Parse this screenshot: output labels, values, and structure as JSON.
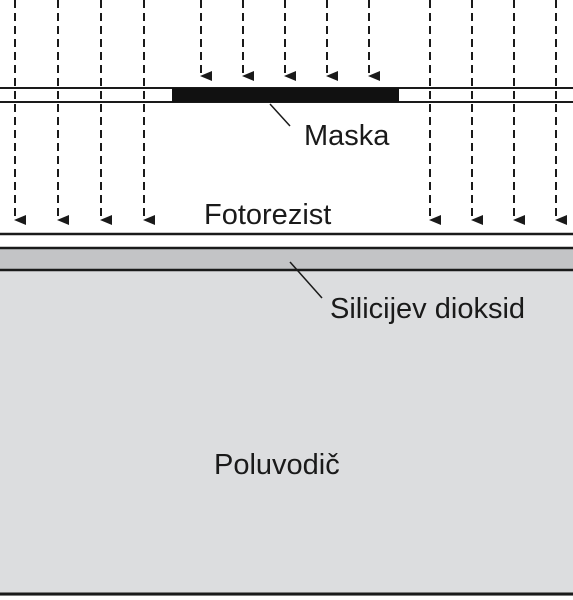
{
  "labels": {
    "mask": "Maska",
    "photoresist": "Fotorezist",
    "silicon_dioxide": "Silicijev dioksid",
    "semiconductor": "Poluvodič"
  },
  "colors": {
    "background": "#ffffff",
    "line": "#1a1a1a",
    "mask": "#111111",
    "oxide": "#c3c4c6",
    "semiconductor": "#dcdddf"
  },
  "icons": {
    "exposure_ray": "dashed-down-arrow"
  }
}
